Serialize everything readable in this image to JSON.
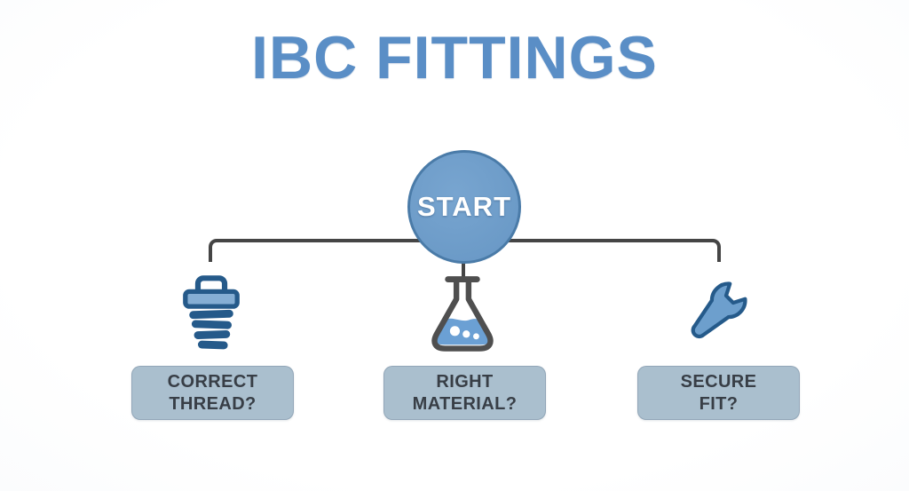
{
  "title": "IBC FITTINGS",
  "start": {
    "label": "START"
  },
  "branches": [
    {
      "id": "correct-thread",
      "icon": "thread-fitting-icon",
      "label": "CORRECT\nTHREAD?"
    },
    {
      "id": "right-material",
      "icon": "flask-icon",
      "label": "RIGHT\nMATERIAL?"
    },
    {
      "id": "secure-fit",
      "icon": "wrench-icon",
      "label": "SECURE\nFIT?"
    }
  ],
  "colors": {
    "title_blue": "#5a8ec6",
    "circle_fill": "#6b9ac7",
    "circle_fill_light": "#78a5d0",
    "circle_border": "#4a7ba8",
    "connector_gray": "#454545",
    "box_fill": "#aabfce",
    "box_text": "#383e46",
    "icon_navy": "#255a8a",
    "icon_light_blue": "#85aed4",
    "flask_outline": "#4f4f4f",
    "flask_liquid": "#6ba0d4",
    "wrench_fill": "#6d9fcd"
  }
}
